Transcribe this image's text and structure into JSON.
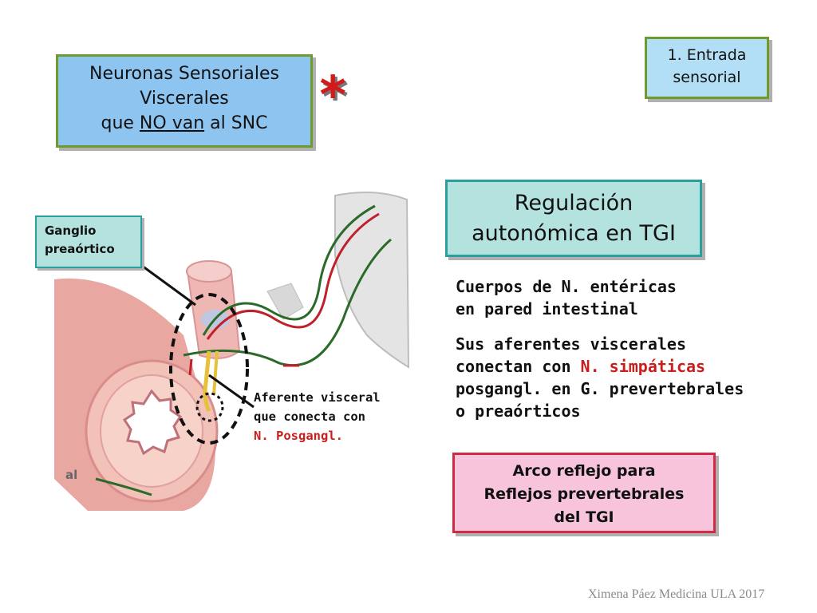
{
  "title_box": {
    "line1": "Neuronas Sensoriales",
    "line2": "Viscerales",
    "line3_prefix": "que ",
    "line3_underlined": "NO van",
    "line3_suffix": " al SNC"
  },
  "asterisk": "*",
  "entry_box": {
    "line1": "1. Entrada",
    "line2": "sensorial"
  },
  "regulation_box": {
    "line1": "Regulación",
    "line2": "autonómica en TGI"
  },
  "ganglion_label": {
    "line1": "Ganglio",
    "line2": "preaórtico"
  },
  "body_text": {
    "p1_line1": "Cuerpos de N. entéricas",
    "p1_line2": "en pared intestinal",
    "p2_line1": "Sus aferentes viscerales",
    "p2_line2_prefix": "conectan con ",
    "p2_line2_highlight": "N. simpáticas",
    "p2_line3": "posgangl. en G. prevertebrales",
    "p2_line4": "o preaórticos"
  },
  "afferent_label": {
    "line1": "Aferente visceral",
    "line2": "que conecta con",
    "line3": "N. Posgangl."
  },
  "reflex_box": {
    "line1": "Arco reflejo para",
    "line2": "Reflejos prevertebrales",
    "line3": "del TGI"
  },
  "illustration_fragment": "al",
  "footer": "Ximena Páez Medicina ULA 2017",
  "colors": {
    "highlight_red": "#cc1d1d",
    "title_fill": "#8ec5f0",
    "title_border": "#6f9a2c",
    "reg_fill": "#b4e2de",
    "reg_border": "#2c9e9b",
    "arc_fill": "#f7c4dc",
    "arc_border": "#d02a45"
  }
}
